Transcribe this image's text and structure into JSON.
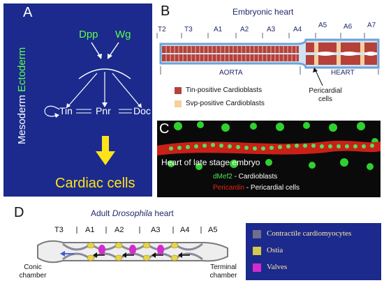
{
  "panelA": {
    "letter": "A",
    "side_label_mesoderm": "Mesoderm",
    "side_label_ectoderm": "Ectoderm",
    "signal1": "Dpp",
    "signal2": "Wg",
    "gene1": "Tin",
    "gene2": "Pnr",
    "gene3": "Doc",
    "result": "Cardiac cells",
    "colors": {
      "background": "#1b2a8c",
      "green": "#5cff4c",
      "yellow": "#ffe31a"
    }
  },
  "panelB": {
    "letter": "B",
    "title": "Embryonic heart",
    "segments": [
      "T2",
      "T3",
      "A1",
      "A2",
      "A3",
      "A4",
      "A5",
      "A6",
      "A7"
    ],
    "label_aorta": "AORTA",
    "label_heart": "HEART",
    "legend_tin": "Tin-positive Cardioblasts",
    "legend_svp": "Svp-positive Cardioblasts",
    "pericardial": "Pericardial cells",
    "colors": {
      "tin": "#b5413a",
      "svp": "#f6cf9d",
      "outline": "#6fa3d6"
    }
  },
  "panelC": {
    "letter": "C",
    "caption": "Heart of late stage embryo",
    "line1_marker": "dMef2",
    "line1_text": " - Cardioblasts",
    "line2_marker": "Pericardin",
    "line2_text": " - Pericardial cells"
  },
  "panelD": {
    "letter": "D",
    "title_prefix": "Adult ",
    "title_italic": "Drosophila",
    "title_suffix": " heart",
    "segments": [
      "T3",
      "A1",
      "A2",
      "A3",
      "A4",
      "A5"
    ],
    "conic": "Conic chamber",
    "terminal": "Terminal chamber",
    "legend": [
      {
        "label": "Contractile cardiomyocytes",
        "color": "#6f6f8c"
      },
      {
        "label": "Ostia",
        "color": "#d6c84a"
      },
      {
        "label": "Valves",
        "color": "#d22ccf"
      }
    ]
  }
}
